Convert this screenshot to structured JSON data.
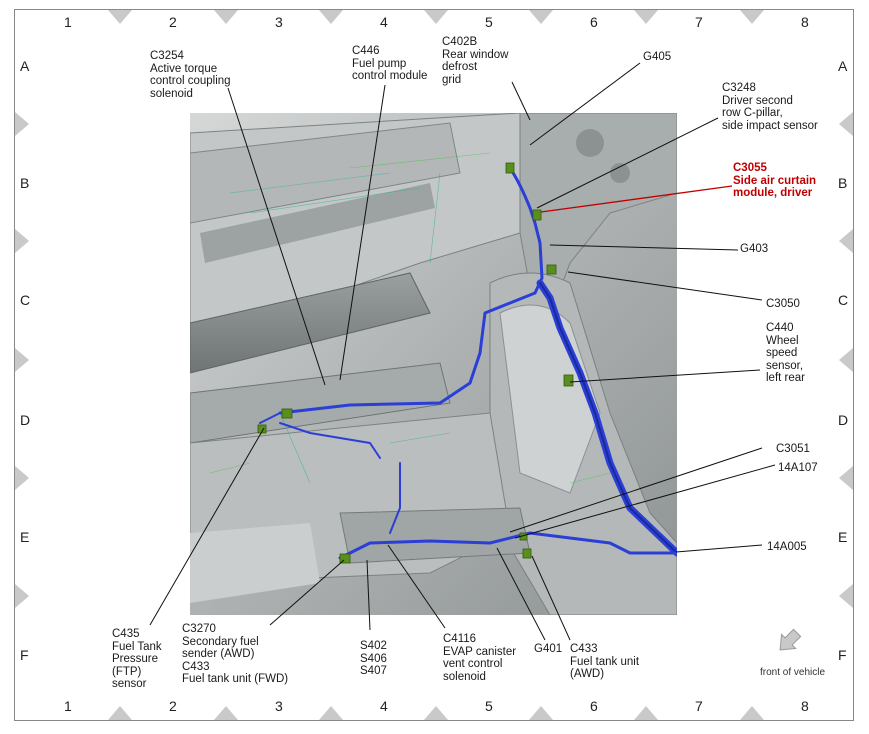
{
  "grid": {
    "columns": [
      "1",
      "2",
      "3",
      "4",
      "5",
      "6",
      "7",
      "8"
    ],
    "rows": [
      "A",
      "B",
      "C",
      "D",
      "E",
      "F"
    ]
  },
  "callouts": [
    {
      "id": "c3254",
      "lines": [
        "C3254",
        "Active torque",
        "control coupling",
        "solenoid"
      ]
    },
    {
      "id": "c446",
      "lines": [
        "C446",
        "Fuel pump",
        "control module"
      ]
    },
    {
      "id": "c402b",
      "lines": [
        "C402B",
        "Rear window",
        "defrost",
        "grid"
      ]
    },
    {
      "id": "g405",
      "lines": [
        "G405"
      ]
    },
    {
      "id": "c3248",
      "lines": [
        "C3248",
        "Driver second",
        "row C-pillar,",
        "side impact sensor"
      ]
    },
    {
      "id": "c3055",
      "lines": [
        "C3055",
        "Side air curtain",
        "module, driver"
      ]
    },
    {
      "id": "g403",
      "lines": [
        "G403"
      ]
    },
    {
      "id": "c3050",
      "lines": [
        "C3050"
      ]
    },
    {
      "id": "c440",
      "lines": [
        "C440",
        "Wheel",
        "speed",
        "sensor,",
        "left rear"
      ]
    },
    {
      "id": "c3051",
      "lines": [
        "C3051"
      ]
    },
    {
      "id": "a14a107",
      "lines": [
        "14A107"
      ]
    },
    {
      "id": "a14a005",
      "lines": [
        "14A005"
      ]
    },
    {
      "id": "c435",
      "lines": [
        "C435",
        "Fuel Tank",
        "Pressure",
        "(FTP)",
        "sensor"
      ]
    },
    {
      "id": "c3270",
      "lines": [
        "C3270",
        "Secondary fuel",
        "sender (AWD)",
        "C433",
        "Fuel tank unit (FWD)"
      ]
    },
    {
      "id": "s402",
      "lines": [
        "S402",
        "S406",
        "S407"
      ]
    },
    {
      "id": "c4116",
      "lines": [
        "C4116",
        "EVAP canister",
        "vent control",
        "solenoid"
      ]
    },
    {
      "id": "g401",
      "lines": [
        "G401"
      ]
    },
    {
      "id": "c433",
      "lines": [
        "C433",
        "Fuel tank unit",
        "(AWD)"
      ]
    }
  ],
  "front_of_vehicle": "front of vehicle",
  "colors": {
    "harness": "#2b3fd6",
    "harness_dark": "#1a2a9a",
    "connector": "#5a8f1e",
    "highlight": "#c00000",
    "body_panel": "#b9bcbc",
    "frame_tri": "#c9c9c9"
  }
}
